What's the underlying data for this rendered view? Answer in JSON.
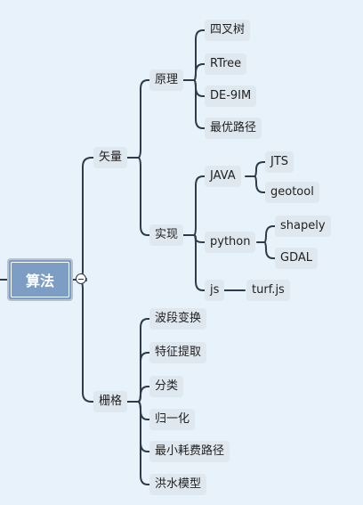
{
  "mindmap": {
    "root": "算法",
    "vector": {
      "label": "矢量",
      "principle": {
        "label": "原理",
        "children": [
          "四叉树",
          "RTree",
          "DE-9IM",
          "最优路径"
        ]
      },
      "implementation": {
        "label": "实现",
        "java": {
          "label": "JAVA",
          "children": [
            "JTS",
            "geotool"
          ]
        },
        "python": {
          "label": "python",
          "children": [
            "shapely",
            "GDAL"
          ]
        },
        "js": {
          "label": "js",
          "children": [
            "turf.js"
          ]
        }
      }
    },
    "raster": {
      "label": "栅格",
      "children": [
        "波段变换",
        "特征提取",
        "分类",
        "归一化",
        "最小耗费路径",
        "洪水模型"
      ]
    }
  },
  "colors": {
    "background": "#e8f2fa",
    "root_fill": "#7e9dc4",
    "node_fill": "#dfe7ef",
    "line": "#2f3b4a"
  }
}
